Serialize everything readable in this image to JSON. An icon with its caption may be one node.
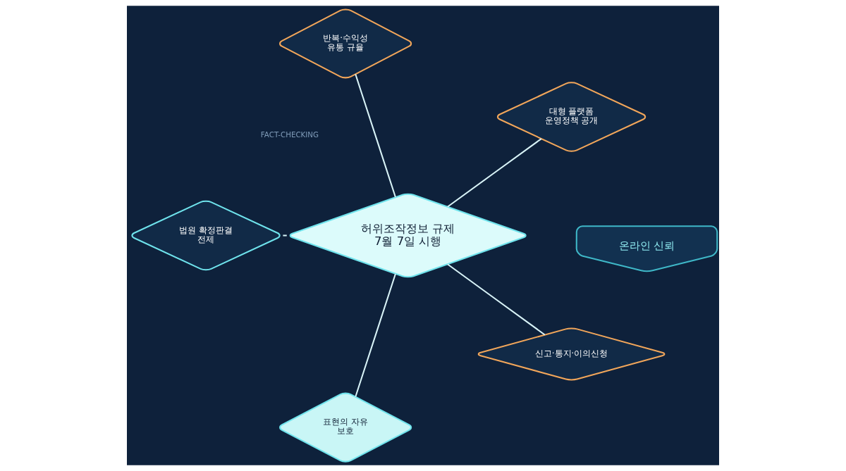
{
  "diagram": {
    "nodes": [
      {
        "text": [
          "법원 확정판결 전제"
        ]
      },
      {
        "text": [
          "반복·수익성 유통 규율"
        ]
      },
      {
        "text": [
          "허위조작정보 규제",
          "7월 7일 시행"
        ]
      },
      {
        "text": [
          "대형 플랫폼 운영정책 공개"
        ]
      },
      {
        "text": [
          "표현의 자유 보호"
        ]
      },
      {
        "text": [
          "신고·통지·이의신청"
        ]
      },
      {
        "text": [
          "온라인 신뢰"
        ]
      }
    ],
    "edges": [
      {
        "from": 2,
        "to": 0,
        "arrow": "none"
      },
      {
        "from": 2,
        "to": 1,
        "arrow": "none"
      },
      {
        "from": 2,
        "to": 3,
        "arrow": "none"
      },
      {
        "from": 2,
        "to": 4,
        "arrow": "none"
      },
      {
        "from": 2,
        "to": 5,
        "arrow": "none"
      }
    ],
    "labels": [
      "FACT-CHECKING"
    ]
  }
}
